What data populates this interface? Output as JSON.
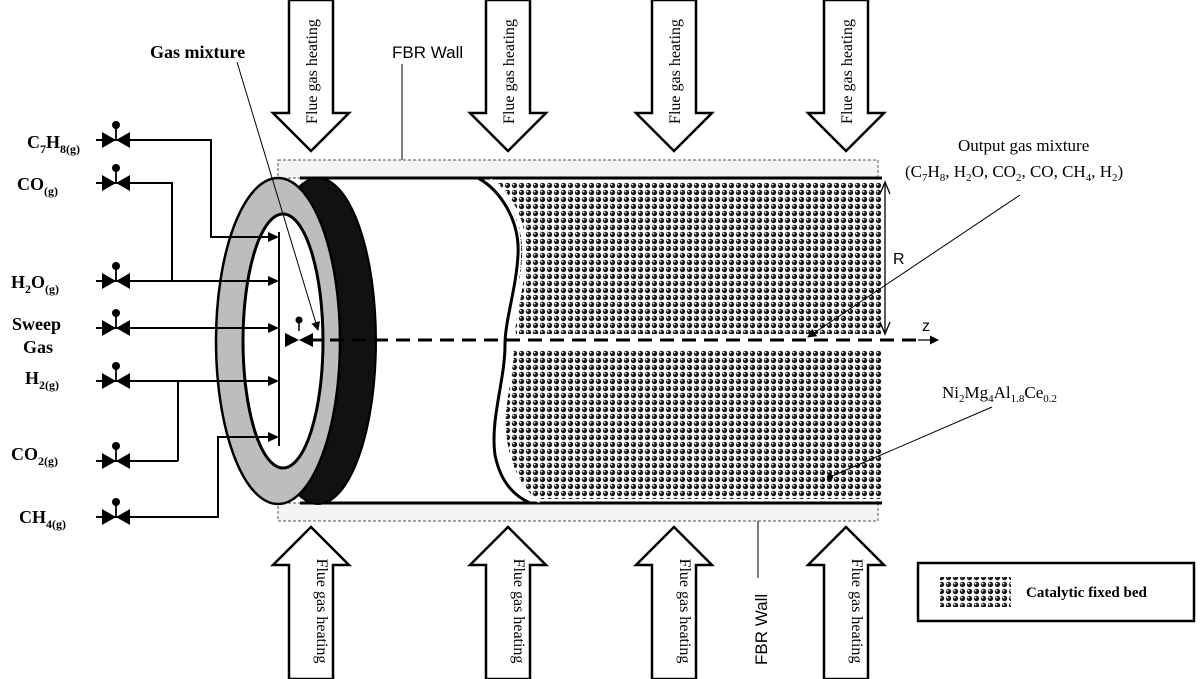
{
  "inputs": [
    {
      "base": "C",
      "sub1": "7",
      "mid": "H",
      "sub2": "8(g)"
    },
    {
      "base": "CO",
      "sub1": "(g)"
    },
    {
      "base": "H",
      "sub1": "2",
      "mid": "O",
      "sub2": "(g)"
    },
    {
      "line1": "Sweep",
      "line2": "Gas"
    },
    {
      "base": "H",
      "sub1": "2(g)"
    },
    {
      "base": "CO",
      "sub1": "2(g)"
    },
    {
      "base": "CH",
      "sub1": "4(g)"
    }
  ],
  "labels": {
    "gas_mixture": "Gas mixture",
    "fbr_wall": "FBR Wall",
    "flue_gas_heating": "Flue gas heating",
    "output_title": "Output gas mixture",
    "output_species": {
      "open": "(C",
      "c7h8": [
        "7",
        "H",
        "8",
        ", H"
      ],
      "h2o": [
        "2",
        "O, CO"
      ],
      "co2": [
        "2",
        ", CO, CH"
      ],
      "ch4": [
        "4",
        ", H"
      ],
      "h2": [
        "2",
        ")"
      ]
    },
    "radius": "R",
    "axis": "z",
    "catalyst": {
      "parts": [
        "Ni",
        "2",
        "Mg",
        "4",
        "Al",
        "1.8",
        "Ce",
        "0.2"
      ]
    }
  },
  "legend": {
    "label": "Catalytic fixed bed"
  }
}
